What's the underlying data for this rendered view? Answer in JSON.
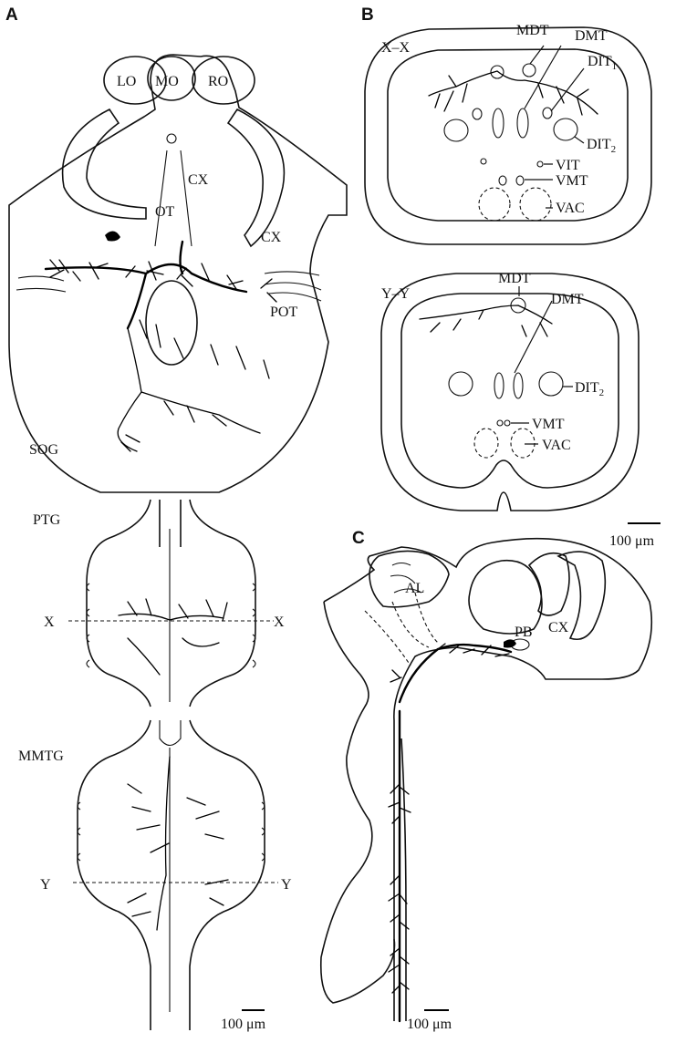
{
  "panels": {
    "a": "A",
    "b": "B",
    "c": "C"
  },
  "a": {
    "lo": "LO",
    "mo": "MO",
    "ro": "RO",
    "cx_top": "CX",
    "ot": "OT",
    "cx_right": "CX",
    "pot": "POT",
    "sog": "SOG",
    "ptg": "PTG",
    "mmtg": "MMTG",
    "x_left": "X",
    "x_right": "X",
    "y_left": "Y",
    "y_right": "Y",
    "scale": "100 μm"
  },
  "b": {
    "section1": "X–X",
    "s1_mdt": "MDT",
    "s1_dmt": "DMT",
    "s1_dit1": "DIT",
    "s1_dit1_sub": "1",
    "s1_dit2": "DIT",
    "s1_dit2_sub": "2",
    "s1_vit": "VIT",
    "s1_vmt": "VMT",
    "s1_vac": "VAC",
    "section2": "Y–Y",
    "s2_mdt": "MDT",
    "s2_dmt": "DMT",
    "s2_dit2": "DIT",
    "s2_dit2_sub": "2",
    "s2_vmt": "VMT",
    "s2_vac": "VAC",
    "scale": "100 μm"
  },
  "c": {
    "al": "AL",
    "cx": "CX",
    "pb": "PB",
    "scale": "100 μm"
  }
}
